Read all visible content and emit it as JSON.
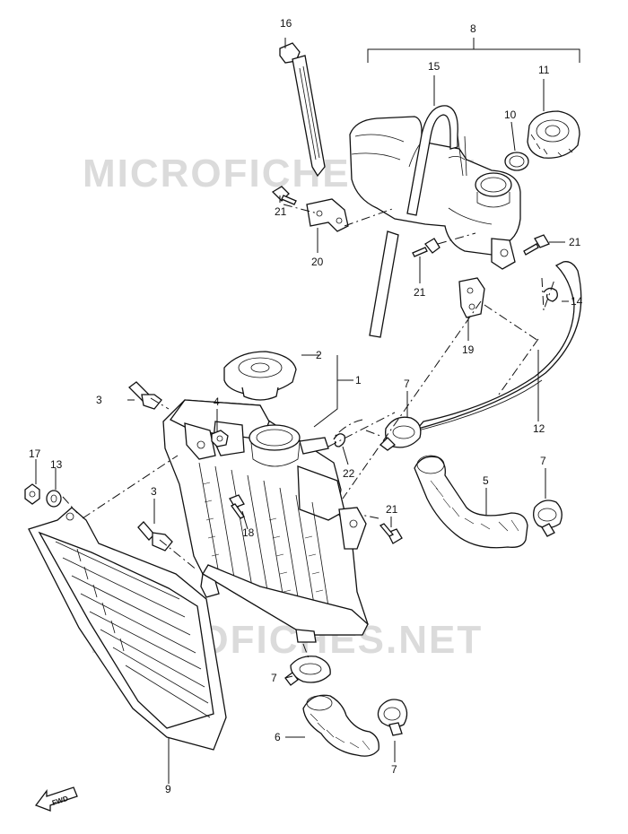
{
  "watermark": {
    "top": "MICROFICHES.NET",
    "bottom": "MICROFICHES.NET"
  },
  "direction_label": "FWD",
  "callouts": [
    {
      "id": "c1",
      "label": "1"
    },
    {
      "id": "c2",
      "label": "2"
    },
    {
      "id": "c3a",
      "label": "3"
    },
    {
      "id": "c3b",
      "label": "3"
    },
    {
      "id": "c4",
      "label": "4"
    },
    {
      "id": "c5",
      "label": "5"
    },
    {
      "id": "c6",
      "label": "6"
    },
    {
      "id": "c7a",
      "label": "7"
    },
    {
      "id": "c7b",
      "label": "7"
    },
    {
      "id": "c7c",
      "label": "7"
    },
    {
      "id": "c7d",
      "label": "7"
    },
    {
      "id": "c8",
      "label": "8"
    },
    {
      "id": "c9",
      "label": "9"
    },
    {
      "id": "c10",
      "label": "10"
    },
    {
      "id": "c11",
      "label": "11"
    },
    {
      "id": "c12",
      "label": "12"
    },
    {
      "id": "c13",
      "label": "13"
    },
    {
      "id": "c14",
      "label": "14"
    },
    {
      "id": "c15",
      "label": "15"
    },
    {
      "id": "c16",
      "label": "16"
    },
    {
      "id": "c17",
      "label": "17"
    },
    {
      "id": "c18",
      "label": "18"
    },
    {
      "id": "c19",
      "label": "19"
    },
    {
      "id": "c20",
      "label": "20"
    },
    {
      "id": "c21a",
      "label": "21"
    },
    {
      "id": "c21b",
      "label": "21"
    },
    {
      "id": "c21c",
      "label": "21"
    },
    {
      "id": "c21d",
      "label": "21"
    },
    {
      "id": "c22",
      "label": "22"
    }
  ]
}
